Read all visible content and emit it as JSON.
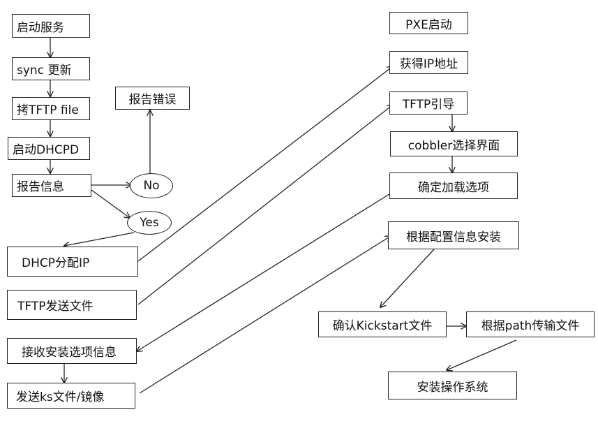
{
  "server_steps": {
    "start_service": "启动服务",
    "sync_update": "sync 更新",
    "copy_tftp_file": "拷TFTP file",
    "start_dhcpd": "启动DHCPD",
    "report_info": "报告信息",
    "report_error": "报告错误",
    "dhcp_assign_ip": "DHCP分配IP",
    "tftp_send_file": "TFTP发送文件",
    "receive_install_options": "接收安装选项信息",
    "send_ks_file_image": "发送ks文件/镜像"
  },
  "decision": {
    "no": "No",
    "yes": "Yes"
  },
  "client_steps": {
    "pxe_boot": "PXE启动",
    "get_ip_address": "获得IP地址",
    "tftp_boot": "TFTP引导",
    "cobbler_menu": "cobbler选择界面",
    "confirm_load_option": "确定加载选项",
    "install_by_config": "根据配置信息安装",
    "confirm_kickstart": "确认Kickstart文件",
    "transfer_by_path": "根据path传输文件",
    "install_os": "安装操作系统"
  },
  "colors": {
    "line": "#222222",
    "box_border": "#222222",
    "background": "#ffffff"
  }
}
